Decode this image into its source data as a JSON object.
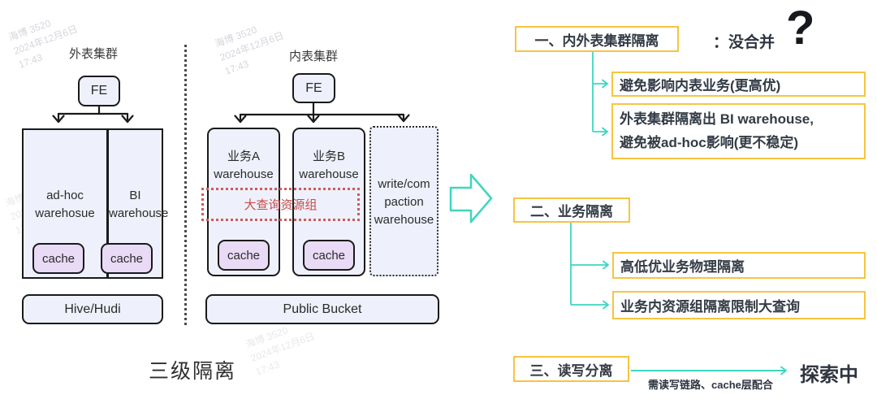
{
  "watermark_text": "海博 3520\n2024年12月6日\n17:43",
  "caption": "三级隔离",
  "left_cluster": {
    "title": "外表集群",
    "fe_label": "FE",
    "warehouse_a": "ad-hoc\nwarehosue",
    "warehouse_b": "BI\nwarehouse",
    "cache_label": "cache",
    "storage_label": "Hive/Hudi"
  },
  "middle_cluster": {
    "title": "内表集群",
    "fe_label": "FE",
    "warehouse_a": "业务A\nwarehouse",
    "warehouse_b": "业务B\nwarehouse",
    "warehouse_wc": "write/com\npaction\nwarehouse",
    "big_query_group": "大查询资源组",
    "cache_label": "cache",
    "storage_label": "Public Bucket"
  },
  "notes": {
    "section1": {
      "title": "一、内外表集群隔离",
      "annotation": "：没合并",
      "question_mark": "?",
      "points": [
        "避免影响内表业务(更高优)",
        "外表集群隔离出 BI warehouse,\n避免被ad-hoc影响(更不稳定)"
      ]
    },
    "section2": {
      "title": "二、业务隔离",
      "points": [
        "高低优业务物理隔离",
        "业务内资源组隔离限制大查询"
      ]
    },
    "section3": {
      "title": "三、读写分离",
      "arrow_note": "需读写链路、cache层配合",
      "status": "探索中"
    }
  },
  "colors": {
    "accent_teal": "#3ed6c0",
    "highlight_yellow": "#f6c440",
    "warn_red": "#cf5b5b",
    "node_fill": "#eef1fb",
    "cache_fill": "#e9daf6"
  }
}
